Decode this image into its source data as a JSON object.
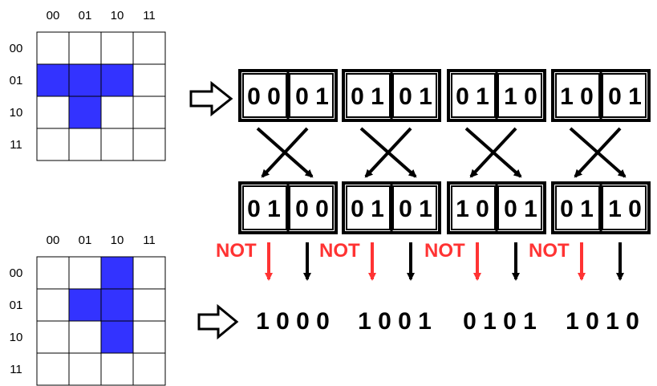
{
  "colors": {
    "filled": "#3333ff",
    "not_label": "#ff3333",
    "arrow": "#000000"
  },
  "top_grid": {
    "col_labels": [
      "00",
      "01",
      "10",
      "11"
    ],
    "row_labels": [
      "00",
      "01",
      "10",
      "11"
    ],
    "cells": [
      [
        0,
        0,
        0,
        0
      ],
      [
        1,
        1,
        1,
        0
      ],
      [
        0,
        1,
        0,
        0
      ],
      [
        0,
        0,
        0,
        0
      ]
    ]
  },
  "bottom_grid": {
    "col_labels": [
      "00",
      "01",
      "10",
      "11"
    ],
    "row_labels": [
      "00",
      "01",
      "10",
      "11"
    ],
    "cells": [
      [
        0,
        0,
        1,
        0
      ],
      [
        0,
        1,
        1,
        0
      ],
      [
        0,
        0,
        1,
        0
      ],
      [
        0,
        0,
        0,
        0
      ]
    ]
  },
  "top_boxes": [
    {
      "left": "0 0",
      "right": "0 1"
    },
    {
      "left": "0 1",
      "right": "0 1"
    },
    {
      "left": "0 1",
      "right": "1 0"
    },
    {
      "left": "1 0",
      "right": "0 1"
    }
  ],
  "bottom_boxes": [
    {
      "left": "0 1",
      "right": "0 0"
    },
    {
      "left": "0 1",
      "right": "0 1"
    },
    {
      "left": "1 0",
      "right": "0 1"
    },
    {
      "left": "0 1",
      "right": "1 0"
    }
  ],
  "not_label": "NOT",
  "results": [
    "1 0 0 0",
    "1 0 0 1",
    "0 1 0 1",
    "1 0 1 0"
  ]
}
